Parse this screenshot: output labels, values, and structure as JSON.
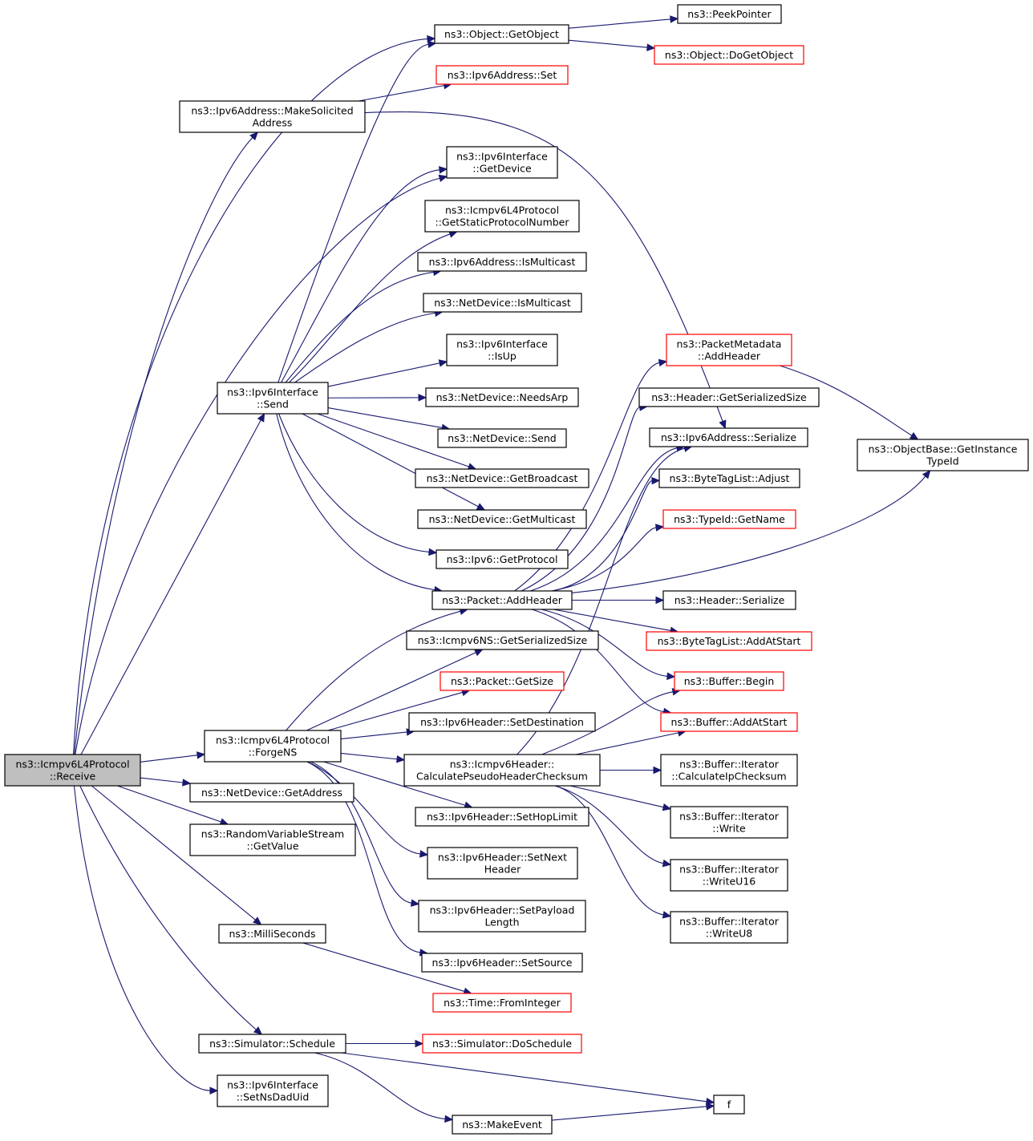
{
  "nodes": [
    {
      "id": "receive",
      "lines": [
        "ns3::Icmpv6L4Protocol",
        "::Receive"
      ],
      "style": "root"
    },
    {
      "id": "getobject",
      "lines": [
        "ns3::Object::GetObject"
      ],
      "style": "normal"
    },
    {
      "id": "peekpointer",
      "lines": [
        "ns3::PeekPointer"
      ],
      "style": "normal"
    },
    {
      "id": "dogetobject",
      "lines": [
        "ns3::Object::DoGetObject"
      ],
      "style": "red"
    },
    {
      "id": "makesolicited",
      "lines": [
        "ns3::Ipv6Address::MakeSolicited",
        "Address"
      ],
      "style": "normal"
    },
    {
      "id": "ipv6addrset",
      "lines": [
        "ns3::Ipv6Address::Set"
      ],
      "style": "red"
    },
    {
      "id": "ifgetdevice",
      "lines": [
        "ns3::Ipv6Interface",
        "::GetDevice"
      ],
      "style": "normal"
    },
    {
      "id": "getstaticproto",
      "lines": [
        "ns3::Icmpv6L4Protocol",
        "::GetStaticProtocolNumber"
      ],
      "style": "normal"
    },
    {
      "id": "addrismulticast",
      "lines": [
        "ns3::Ipv6Address::IsMulticast"
      ],
      "style": "normal"
    },
    {
      "id": "ndismulticast",
      "lines": [
        "ns3::NetDevice::IsMulticast"
      ],
      "style": "normal"
    },
    {
      "id": "ifisup",
      "lines": [
        "ns3::Ipv6Interface",
        "::IsUp"
      ],
      "style": "normal"
    },
    {
      "id": "ifsend",
      "lines": [
        "ns3::Ipv6Interface",
        "::Send"
      ],
      "style": "normal"
    },
    {
      "id": "needsarp",
      "lines": [
        "ns3::NetDevice::NeedsArp"
      ],
      "style": "normal"
    },
    {
      "id": "ndsend",
      "lines": [
        "ns3::NetDevice::Send"
      ],
      "style": "normal"
    },
    {
      "id": "getbroadcast",
      "lines": [
        "ns3::NetDevice::GetBroadcast"
      ],
      "style": "normal"
    },
    {
      "id": "getmulticast",
      "lines": [
        "ns3::NetDevice::GetMulticast"
      ],
      "style": "normal"
    },
    {
      "id": "getprotocol",
      "lines": [
        "ns3::Ipv6::GetProtocol"
      ],
      "style": "normal"
    },
    {
      "id": "addheader",
      "lines": [
        "ns3::Packet::AddHeader"
      ],
      "style": "normal"
    },
    {
      "id": "pmaddheader",
      "lines": [
        "ns3::PacketMetadata",
        "::AddHeader"
      ],
      "style": "red"
    },
    {
      "id": "hdrgetsersize",
      "lines": [
        "ns3::Header::GetSerializedSize"
      ],
      "style": "normal"
    },
    {
      "id": "addrserialize",
      "lines": [
        "ns3::Ipv6Address::Serialize"
      ],
      "style": "normal"
    },
    {
      "id": "getinstancetypeid",
      "lines": [
        "ns3::ObjectBase::GetInstance",
        "TypeId"
      ],
      "style": "normal"
    },
    {
      "id": "btladjust",
      "lines": [
        "ns3::ByteTagList::Adjust"
      ],
      "style": "normal"
    },
    {
      "id": "typeidgetname",
      "lines": [
        "ns3::TypeId::GetName"
      ],
      "style": "red"
    },
    {
      "id": "hdrserialize",
      "lines": [
        "ns3::Header::Serialize"
      ],
      "style": "normal"
    },
    {
      "id": "btladdatstart",
      "lines": [
        "ns3::ByteTagList::AddAtStart"
      ],
      "style": "red"
    },
    {
      "id": "nsgetsersize",
      "lines": [
        "ns3::Icmpv6NS::GetSerializedSize"
      ],
      "style": "normal"
    },
    {
      "id": "bufbegin",
      "lines": [
        "ns3::Buffer::Begin"
      ],
      "style": "red"
    },
    {
      "id": "pktgetsize",
      "lines": [
        "ns3::Packet::GetSize"
      ],
      "style": "red"
    },
    {
      "id": "setdestination",
      "lines": [
        "ns3::Ipv6Header::SetDestination"
      ],
      "style": "normal"
    },
    {
      "id": "bufaddatstart",
      "lines": [
        "ns3::Buffer::AddAtStart"
      ],
      "style": "red"
    },
    {
      "id": "forgens",
      "lines": [
        "ns3::Icmpv6L4Protocol",
        "::ForgeNS"
      ],
      "style": "normal"
    },
    {
      "id": "calcpseudo",
      "lines": [
        "ns3::Icmpv6Header::",
        "CalculatePseudoHeaderChecksum"
      ],
      "style": "normal"
    },
    {
      "id": "calcipchecksum",
      "lines": [
        "ns3::Buffer::Iterator",
        "::CalculateIpChecksum"
      ],
      "style": "normal"
    },
    {
      "id": "getaddress",
      "lines": [
        "ns3::NetDevice::GetAddress"
      ],
      "style": "normal"
    },
    {
      "id": "sethoplimit",
      "lines": [
        "ns3::Ipv6Header::SetHopLimit"
      ],
      "style": "normal"
    },
    {
      "id": "itwrite",
      "lines": [
        "ns3::Buffer::Iterator",
        "::Write"
      ],
      "style": "normal"
    },
    {
      "id": "rvsgetvalue",
      "lines": [
        "ns3::RandomVariableStream",
        "::GetValue"
      ],
      "style": "normal"
    },
    {
      "id": "setnextheader",
      "lines": [
        "ns3::Ipv6Header::SetNext",
        "Header"
      ],
      "style": "normal"
    },
    {
      "id": "itwriteu16",
      "lines": [
        "ns3::Buffer::Iterator",
        "::WriteU16"
      ],
      "style": "normal"
    },
    {
      "id": "setpayloadlen",
      "lines": [
        "ns3::Ipv6Header::SetPayload",
        "Length"
      ],
      "style": "normal"
    },
    {
      "id": "itwriteu8",
      "lines": [
        "ns3::Buffer::Iterator",
        "::WriteU8"
      ],
      "style": "normal"
    },
    {
      "id": "milliseconds",
      "lines": [
        "ns3::MilliSeconds"
      ],
      "style": "normal"
    },
    {
      "id": "setsource",
      "lines": [
        "ns3::Ipv6Header::SetSource"
      ],
      "style": "normal"
    },
    {
      "id": "fromint",
      "lines": [
        "ns3::Time::FromInteger"
      ],
      "style": "red"
    },
    {
      "id": "schedule",
      "lines": [
        "ns3::Simulator::Schedule"
      ],
      "style": "normal"
    },
    {
      "id": "doschedule",
      "lines": [
        "ns3::Simulator::DoSchedule"
      ],
      "style": "red"
    },
    {
      "id": "setnsdaduid",
      "lines": [
        "ns3::Ipv6Interface",
        "::SetNsDadUid"
      ],
      "style": "normal"
    },
    {
      "id": "f",
      "lines": [
        "f"
      ],
      "style": "normal"
    },
    {
      "id": "makeevent",
      "lines": [
        "ns3::MakeEvent"
      ],
      "style": "normal"
    }
  ]
}
